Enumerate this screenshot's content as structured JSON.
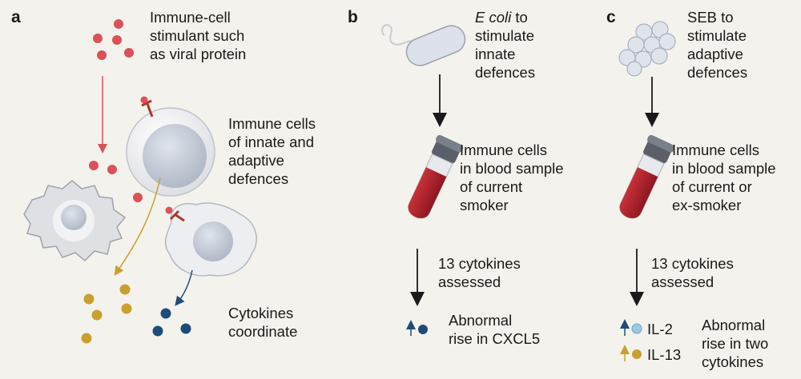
{
  "panels": {
    "a": {
      "letter": "a",
      "stimulant_label": "Immune-cell\nstimulant such\nas viral protein",
      "cells_label": "Immune cells\nof innate and\nadaptive\ndefences",
      "cytokines_label": "Cytokines\ncoordinate"
    },
    "b": {
      "letter": "b",
      "stimulus_italic": "E coli",
      "stimulus_rest": " to\nstimulate\ninnate\ndefences",
      "blood_label": "Immune cells\nin blood sample\nof current\nsmoker",
      "assessed_label": "13 cytokines\nassessed",
      "result_label": "Abnormal\nrise in CXCL5",
      "result_arrow_glyph": "↑"
    },
    "c": {
      "letter": "c",
      "stimulus_label": "SEB to\nstimulate\nadaptive\ndefences",
      "blood_label": "Immune cells\nin blood sample\nof current or\nex-smoker",
      "assessed_label": "13 cytokines\nassessed",
      "cytokine_1": "IL-2",
      "cytokine_2": "IL-13",
      "result_label": "Abnormal\nrise in two\ncytokines",
      "result_arrow_glyph": "↑"
    }
  },
  "colors": {
    "background": "#f4f2ec",
    "stimulant_red": "#d9525a",
    "cytokine_gold": "#c9a030",
    "cytokine_navy": "#1f4b7a",
    "cytokine_lightblue": "#9cc8e6",
    "blood_red": "#b0202a",
    "receptor": "#a83a2e",
    "cell_white": "#f0f0f2",
    "cell_nucleus": "#c6ccd6"
  }
}
